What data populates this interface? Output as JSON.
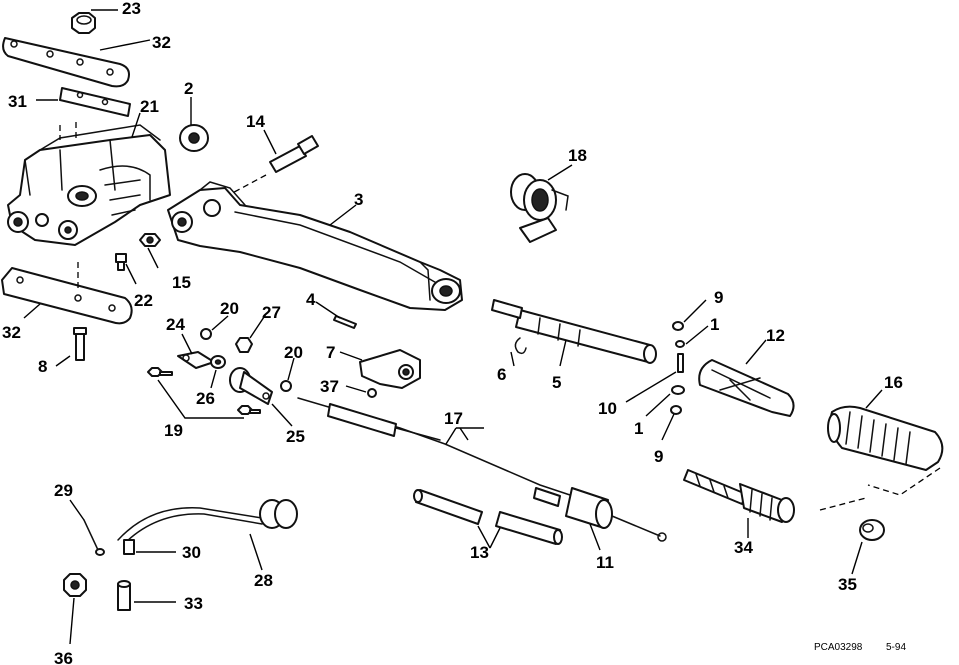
{
  "labels": {
    "p1a": "1",
    "p1b": "1",
    "p2": "2",
    "p3": "3",
    "p4": "4",
    "p5": "5",
    "p6": "6",
    "p7": "7",
    "p8": "8",
    "p9a": "9",
    "p9b": "9",
    "p10": "10",
    "p11": "11",
    "p12": "12",
    "p13": "13",
    "p14": "14",
    "p15": "15",
    "p16": "16",
    "p17": "17",
    "p18": "18",
    "p19": "19",
    "p20a": "20",
    "p20b": "20",
    "p21": "21",
    "p22": "22",
    "p23": "23",
    "p24": "24",
    "p25": "25",
    "p26": "26",
    "p27": "27",
    "p28": "28",
    "p29": "29",
    "p30": "30",
    "p31": "31",
    "p32a": "32",
    "p32b": "32",
    "p33": "33",
    "p34": "34",
    "p35": "35",
    "p36": "36",
    "p37": "37"
  },
  "footer": {
    "code": "PCA03298",
    "date": "5-94"
  }
}
